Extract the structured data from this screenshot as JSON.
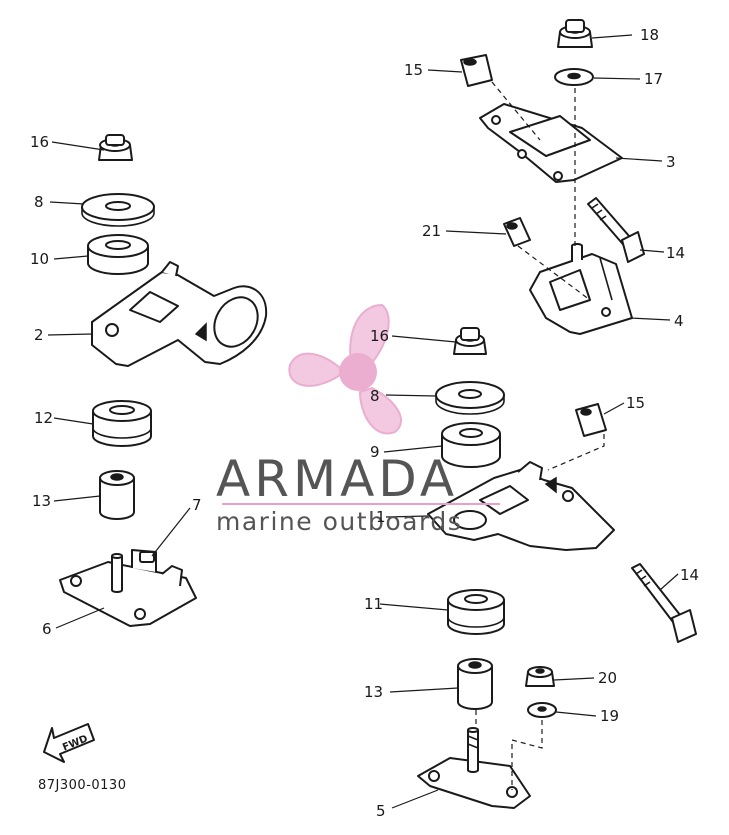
{
  "diagram": {
    "callouts": {
      "c1": "1",
      "c2": "2",
      "c3": "3",
      "c4": "4",
      "c5": "5",
      "c6": "6",
      "c7": "7",
      "c8a": "8",
      "c8b": "8",
      "c9": "9",
      "c10": "10",
      "c11": "11",
      "c12": "12",
      "c13a": "13",
      "c13b": "13",
      "c14a": "14",
      "c14b": "14",
      "c15a": "15",
      "c15b": "15",
      "c16a": "16",
      "c16b": "16",
      "c17": "17",
      "c18": "18",
      "c19": "19",
      "c20": "20",
      "c21": "21"
    },
    "fwd_label": "FWD",
    "diagram_code": "87J300-0130"
  },
  "watermark": {
    "brand": "ARMADA",
    "tagline": "marine outboards",
    "logo_color": "#e8a0c8",
    "text_color": "#555555"
  }
}
